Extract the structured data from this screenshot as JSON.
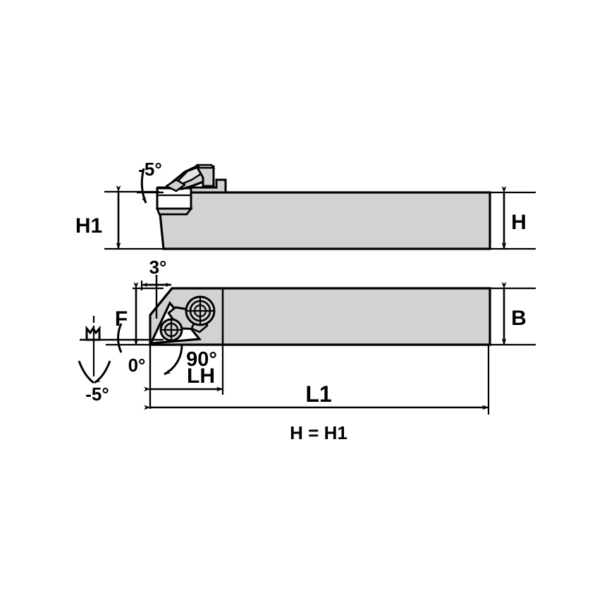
{
  "drawing": {
    "title": "Turning Tool Holder — Side and Top Views",
    "type": "technical-engineering-drawing",
    "background_color": "#ffffff",
    "line_color": "#000000",
    "shank_fill_color": "#d2d2d2",
    "insert_fill_color": "#d2d2d2",
    "clamp_fill_color": "#d2d2d2",
    "white_fill_color": "#ffffff"
  },
  "views": {
    "side_view": {
      "name": "side-view",
      "description": "Side elevation of tool holder showing shank height and clamp"
    },
    "top_view": {
      "name": "top-view",
      "description": "Plan view of tool holder showing insert seat and lead angle"
    }
  },
  "dimensions": {
    "h1": {
      "label": "H1",
      "view": "side-view",
      "orientation": "vertical",
      "position": "left"
    },
    "h": {
      "label": "H",
      "view": "side-view",
      "orientation": "vertical",
      "position": "right"
    },
    "b": {
      "label": "B",
      "view": "top-view",
      "orientation": "vertical",
      "position": "right"
    },
    "f": {
      "label": "F",
      "view": "top-view",
      "orientation": "vertical",
      "position": "left"
    },
    "lh": {
      "label": "LH",
      "view": "top-view",
      "orientation": "horizontal",
      "position": "bottom"
    },
    "l1": {
      "label": "L1",
      "view": "top-view",
      "orientation": "horizontal",
      "position": "bottom"
    },
    "equality_note": {
      "label": "H = H1",
      "view": "global",
      "position": "bottom-center"
    }
  },
  "angles": {
    "back_rake": {
      "label": "-5°",
      "view": "side-view",
      "description": "negative back rake angle"
    },
    "side_clearance": {
      "label": "3°",
      "view": "top-view",
      "description": "side clearance angle"
    },
    "inclination": {
      "label": "0°",
      "view": "top-view",
      "description": "inclination angle"
    },
    "lead_angle": {
      "label": "90°",
      "view": "top-view",
      "description": "lead / approach angle"
    },
    "side_rake": {
      "label": "-5°",
      "view": "top-view",
      "description": "negative side rake angle"
    }
  },
  "features": {
    "insert": {
      "name": "triangular-insert",
      "shape": "triangular"
    },
    "clamp": {
      "name": "top-clamp"
    },
    "screws": [
      {
        "name": "clamp-screw-upper"
      },
      {
        "name": "insert-screw-lower"
      }
    ]
  }
}
